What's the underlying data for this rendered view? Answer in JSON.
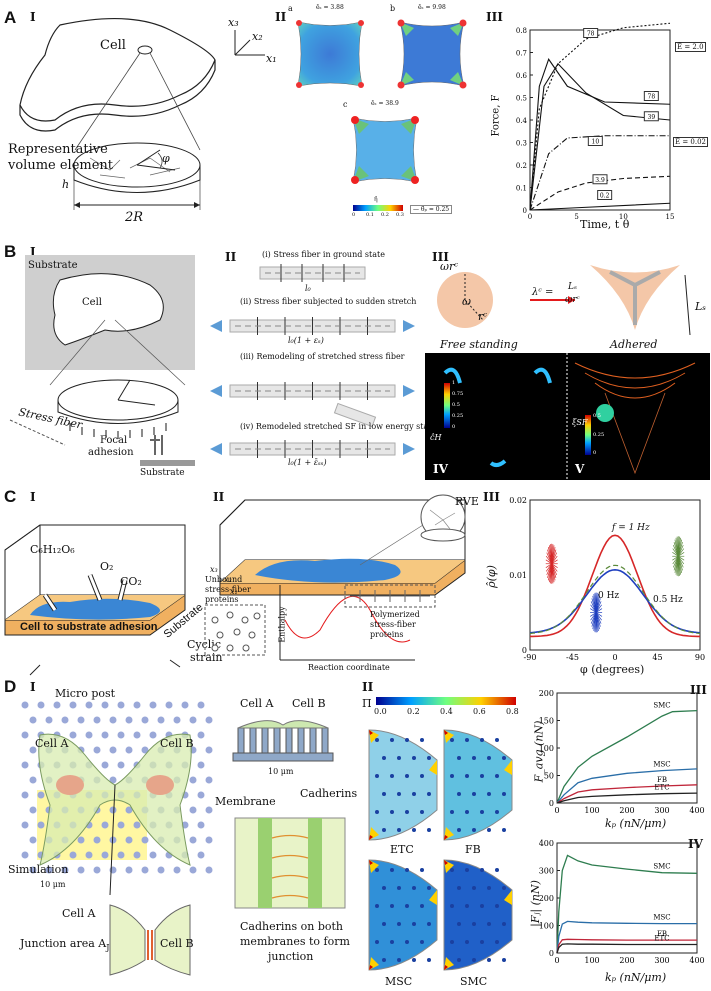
{
  "panelA": {
    "label": "A",
    "sub_I": "I",
    "sub_II": "II",
    "sub_III": "III",
    "cell": "Cell",
    "rve1": "Representative",
    "rve2": "volume element",
    "two_r": "2R",
    "h": "h",
    "phi": "φ",
    "axes": [
      "x₃",
      "x₂",
      "x₁"
    ],
    "sim_tags": [
      "a",
      "b",
      "c"
    ],
    "sim_titles": [
      "ēₛ = 3.88",
      "ēₛ = 9.98",
      "ēₛ = 38.9"
    ],
    "colorbar_ticks": [
      "0",
      "0.1",
      "0.2",
      "0.3"
    ],
    "colorbar_title": "η̄",
    "sim_legend": "— θ̄ₚ = 0.25",
    "force_chart": {
      "ylabel": "Force, F",
      "xlabel": "Time, t θ",
      "yticks": [
        "0",
        "0.1",
        "0.2",
        "0.3",
        "0.4",
        "0.5",
        "0.6",
        "0.7",
        "0.8"
      ],
      "xticks": [
        "0",
        "5",
        "10",
        "15"
      ],
      "boxes": [
        "78",
        "78",
        "39",
        "10",
        "3.9",
        "0.2"
      ],
      "legend_top": "Ē̄ = 2.0",
      "legend_bottom": "Ē̄ = 0.02"
    }
  },
  "panelB": {
    "label": "B",
    "sub_I": "I",
    "sub_II": "II",
    "sub_III": "III",
    "sub_IV": "IV",
    "sub_V": "V",
    "substrate": "Substrate",
    "substrate2": "Substrate",
    "cell": "Cell",
    "stress_fiber": "Stress fiber",
    "focal1": "Focal",
    "focal2": "adhesion",
    "steps": [
      "(i) Stress fiber in ground state",
      "(ii) Stress fiber subjected to sudden stretch",
      "(iii) Remodeling of stretched stress fiber",
      "(iv) Remodeled stretched SF in low energy state"
    ],
    "len0": "l₀",
    "len1": "l₀(1 + εₛ)",
    "len2": "l₀(1 + ε̄ₛₛ)",
    "omega_rc": "ωrᶜ",
    "omega": "ω",
    "rc": "rᶜ",
    "lambda_eq": "λᶜ =",
    "ls_frac_top": "Lₛ",
    "ls_frac_bot": "ωrᶜ",
    "ls": "Lₛ",
    "free": "Free standing",
    "adhered": "Adhered",
    "cb1_ticks": [
      "1",
      "0.75",
      "0.5",
      "0.25",
      "0"
    ],
    "cb1_title": "ĉH",
    "cb2_ticks": [
      "0.5",
      "0.25",
      "0"
    ],
    "cb2_title": "ξSF"
  },
  "panelC": {
    "label": "C",
    "sub_I": "I",
    "sub_II": "II",
    "sub_III": "III",
    "glucose": "C₆H₁₂O₆",
    "o2": "O₂",
    "co2": "CO₂",
    "adhesion": "Cell to substrate adhesion",
    "substrate": "Substrate",
    "cyclic1": "Cyclic",
    "cyclic2": "strain",
    "rve": "RVE",
    "axes": [
      "x₃",
      "x₂",
      "x₁"
    ],
    "unbound1": "Unbound",
    "unbound2": "stress-fiber",
    "unbound3": "proteins",
    "enthalpy": "Enthalpy",
    "reaction": "Reaction coordinate",
    "poly1": "Polymerized",
    "poly2": "stress-fiber",
    "poly3": "proteins",
    "orient_chart": {
      "ylabel": "ρ̂(φ)",
      "xlabel": "φ (degrees)",
      "yticks": [
        "0",
        "0.01",
        "0.02"
      ],
      "xticks": [
        "-90",
        "-45",
        "0",
        "45",
        "90"
      ],
      "ann_1hz": "f = 1 Hz",
      "ann_0hz": "0 Hz",
      "ann_05hz": "0.5 Hz"
    }
  },
  "panelD": {
    "label": "D",
    "sub_I": "I",
    "sub_II": "II",
    "sub_III": "III",
    "sub_IV": "IV",
    "micropost": "Micro post",
    "cellA": "Cell A",
    "cellB": "Cell B",
    "simulation": "Simulation",
    "ten_um": "10 μm",
    "ten_um2": "10 μm",
    "cellA2": "Cell A",
    "cellB2": "Cell B",
    "cellA3": "Cell A",
    "cellB3": "Cell B",
    "junction": "Junction area A",
    "junction_sub": "J",
    "membrane": "Membrane",
    "cadherins": "Cadherins",
    "cad_caption1": "Cadherins on both",
    "cad_caption2": "membranes to form",
    "cad_caption3": "junction",
    "pi_label": "Π",
    "pi_ticks": [
      "0.0",
      "0.2",
      "0.4",
      "0.6",
      "0.8"
    ],
    "cell_types": [
      "ETC",
      "FB",
      "MSC",
      "SMC"
    ],
    "favg_chart": {
      "ylabel": "F_avg (nN)",
      "xlabel": "kₚ (nN/μm)",
      "yticks": [
        "0",
        "50",
        "100",
        "150",
        "200"
      ],
      "xticks": [
        "0",
        "100",
        "200",
        "300",
        "400"
      ],
      "series": [
        {
          "name": "SMC",
          "color": "#2e7d4f",
          "x": [
            0,
            20,
            60,
            100,
            200,
            300,
            330,
            400
          ],
          "y": [
            0,
            30,
            65,
            85,
            120,
            158,
            166,
            168
          ]
        },
        {
          "name": "MSC",
          "color": "#2a6ea8",
          "x": [
            0,
            20,
            60,
            100,
            200,
            300,
            400
          ],
          "y": [
            0,
            15,
            37,
            45,
            54,
            59,
            62
          ]
        },
        {
          "name": "FB",
          "color": "#c0263a",
          "x": [
            0,
            20,
            60,
            100,
            200,
            300,
            400
          ],
          "y": [
            0,
            8,
            20,
            24,
            28,
            31,
            33
          ]
        },
        {
          "name": "ETC",
          "color": "#222222",
          "x": [
            0,
            20,
            60,
            100,
            200,
            300,
            400
          ],
          "y": [
            0,
            4,
            10,
            12,
            15,
            17,
            18
          ]
        }
      ]
    },
    "fj_chart": {
      "ylabel": "|Fⱼ| (nN)",
      "xlabel": "kₚ (nN/μm)",
      "yticks": [
        "0",
        "100",
        "200",
        "300",
        "400"
      ],
      "xticks": [
        "0",
        "100",
        "200",
        "300",
        "400"
      ],
      "series": [
        {
          "name": "SMC",
          "color": "#2e7d4f",
          "x": [
            0,
            5,
            15,
            30,
            60,
            100,
            200,
            300,
            400
          ],
          "y": [
            0,
            150,
            300,
            355,
            335,
            320,
            305,
            292,
            290
          ]
        },
        {
          "name": "MSC",
          "color": "#2a6ea8",
          "x": [
            0,
            5,
            15,
            30,
            60,
            100,
            200,
            300,
            400
          ],
          "y": [
            0,
            60,
            105,
            115,
            112,
            110,
            108,
            107,
            107
          ]
        },
        {
          "name": "FB",
          "color": "#c0263a",
          "x": [
            0,
            5,
            15,
            30,
            60,
            100,
            200,
            300,
            400
          ],
          "y": [
            0,
            30,
            48,
            50,
            49,
            48,
            47,
            47,
            47
          ]
        },
        {
          "name": "ETC",
          "color": "#222222",
          "x": [
            0,
            5,
            15,
            30,
            60,
            100,
            200,
            300,
            400
          ],
          "y": [
            0,
            20,
            32,
            33,
            32,
            32,
            31,
            31,
            31
          ]
        }
      ]
    }
  },
  "colors": {
    "accent_red": "#d62728",
    "blue_cell": "#3a86d4",
    "substrate": "#f0b060",
    "arrow_blue": "#5b9bd5"
  }
}
